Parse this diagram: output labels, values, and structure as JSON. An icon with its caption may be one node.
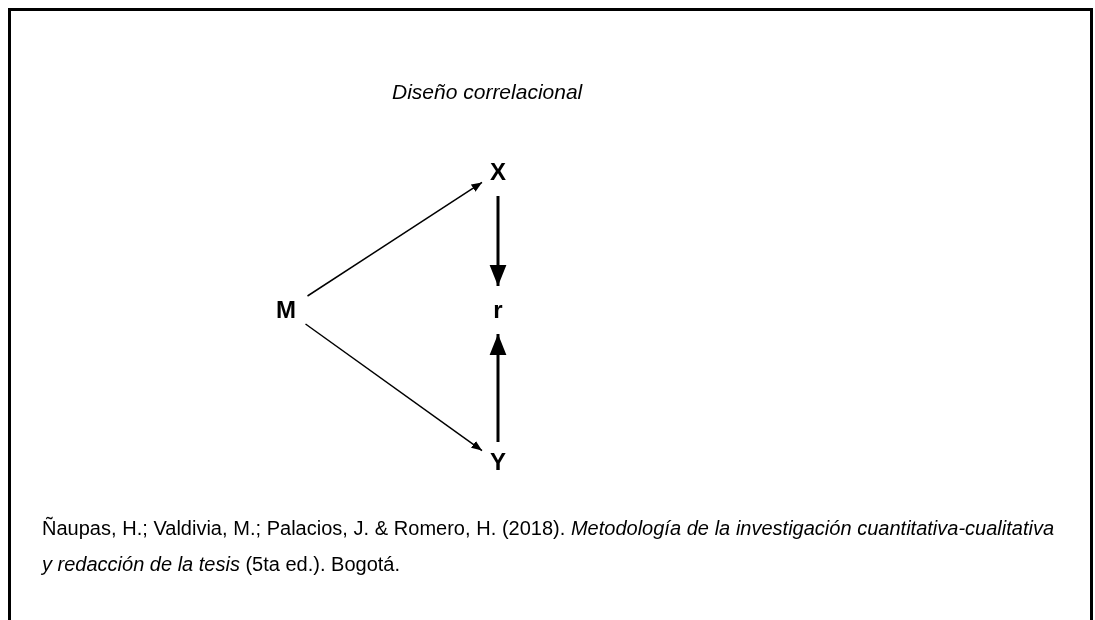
{
  "diagram": {
    "title": "Diseño correlacional",
    "nodes": [
      {
        "text": [
          "X"
        ]
      },
      {
        "text": [
          "M"
        ]
      },
      {
        "text": [
          "r"
        ]
      },
      {
        "text": [
          "Y"
        ]
      }
    ],
    "edges": [
      {
        "from": 1,
        "to": 0,
        "arrow": "to"
      },
      {
        "from": 1,
        "to": 3,
        "arrow": "to"
      },
      {
        "from": 0,
        "to": 2,
        "arrow": "to"
      },
      {
        "from": 3,
        "to": 2,
        "arrow": "to"
      }
    ],
    "caption": "Ñaupas, H.; Valdivia, M.; Palacios, J. & Romero, H. (2018). *Metodología de la investigación cuantitativa-cualitativa y redacción de la tesis* (5ta ed.). Bogotá."
  }
}
